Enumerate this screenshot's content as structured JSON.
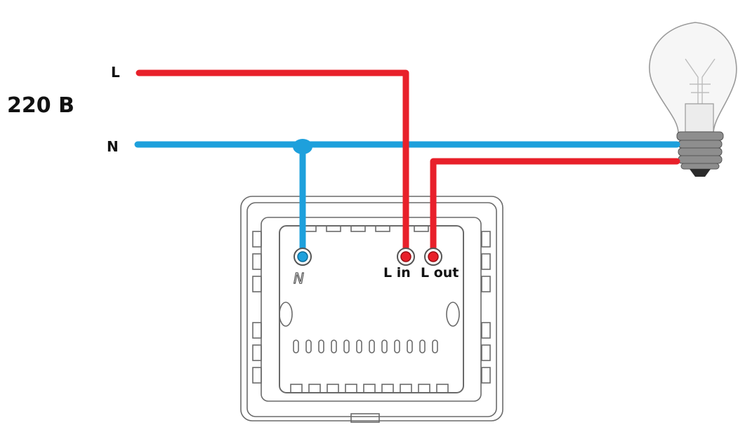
{
  "supply": {
    "voltage_label": "220 B",
    "line_label": "L",
    "neutral_label": "N"
  },
  "switch": {
    "neutral_terminal_label": "N",
    "line_in_label": "L in",
    "line_out_label": "L out"
  },
  "colors": {
    "line_wire": "#e8202a",
    "neutral_wire": "#1ea0dc",
    "outline": "#6a6a6a",
    "text": "#111111"
  }
}
